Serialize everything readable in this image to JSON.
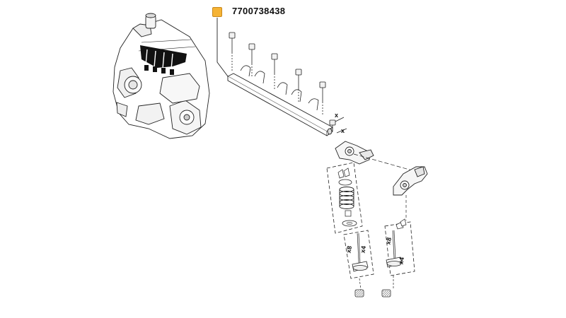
{
  "callout": {
    "marker": "",
    "color": "#f5b335"
  },
  "part_number": "7700738438",
  "labels": {
    "spring_qty": "x8",
    "exhaust_valve_qty": "x4",
    "intake_valve_qty": "x4",
    "shaft_end_x": "x"
  }
}
